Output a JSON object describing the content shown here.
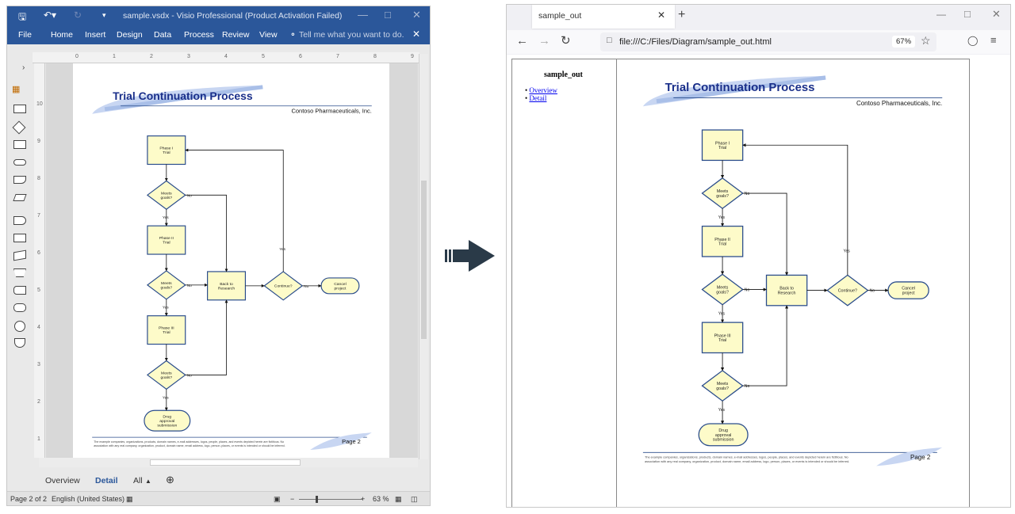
{
  "visio": {
    "window_title": "sample.vsdx - Visio Professional (Product Activation Failed)",
    "menu": [
      "File",
      "Home",
      "Insert",
      "Design",
      "Data",
      "Process",
      "Review",
      "View"
    ],
    "tell_me": "Tell me what you want to do.",
    "ruler_h": [
      "0",
      "1",
      "2",
      "3",
      "4",
      "5",
      "6",
      "7",
      "8",
      "9"
    ],
    "ruler_v": [
      "10",
      "9",
      "8",
      "7",
      "6",
      "5",
      "4",
      "3",
      "2",
      "1"
    ],
    "page_tabs": {
      "overview": "Overview",
      "detail": "Detail",
      "all": "All"
    },
    "status": {
      "page": "Page 2 of 2",
      "language": "English (United States)",
      "zoom": "63 %"
    }
  },
  "diagram": {
    "title": "Trial Continuation Process",
    "company": "Contoso Pharmaceuticals, Inc.",
    "phase1": [
      "Phase I",
      "Trial"
    ],
    "phase2": [
      "Phase II",
      "Trial"
    ],
    "phase3": [
      "Phase III",
      "Trial"
    ],
    "meets": [
      "Meets",
      "goals?"
    ],
    "back": [
      "Back to",
      "Research"
    ],
    "cont": [
      "Continue?"
    ],
    "cancel": [
      "Cancel",
      "project"
    ],
    "drug": [
      "Drug",
      "approval",
      "submission"
    ],
    "yes": "Yes",
    "no": "No",
    "footer_text": [
      "The example companies, organizations, products, domain names, e-mail addresses, logos, people, places, and events depicted herein are fictitious. No",
      "association with any real company, organization, product, domain name, email address, logo, person, places, or events is intended or should be inferred."
    ],
    "page_label": "Page 2"
  },
  "browser": {
    "tab_title": "sample_out",
    "url": "file:///C:/Files/Diagram/sample_out.html",
    "zoom": "67%",
    "left_frame": {
      "heading": "sample_out",
      "links": [
        "Overview",
        "Detail"
      ]
    }
  }
}
